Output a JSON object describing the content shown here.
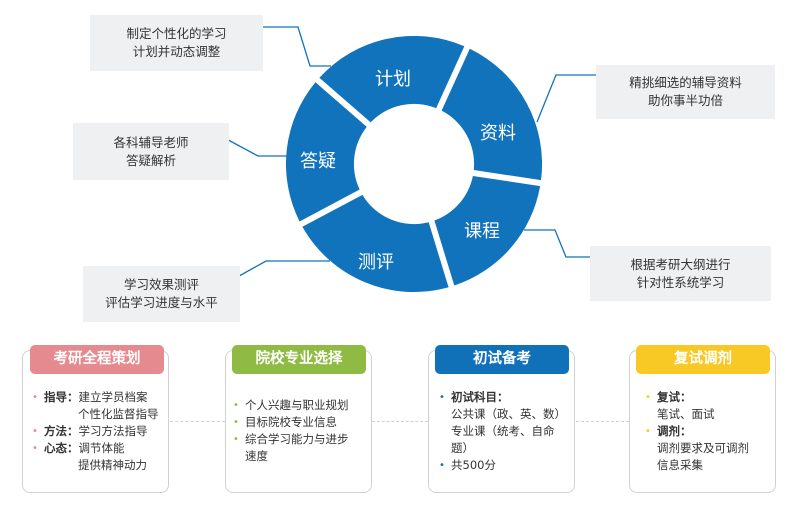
{
  "colors": {
    "ring": "#1173bb",
    "line": "#1173bb",
    "pink": "#e58a8e",
    "green": "#8fbb45",
    "blue": "#1070b8",
    "yellow": "#f8c925"
  },
  "ring": {
    "segments": [
      {
        "label": "计划"
      },
      {
        "label": "资料"
      },
      {
        "label": "课程"
      },
      {
        "label": "测评"
      },
      {
        "label": "答疑"
      }
    ]
  },
  "callouts": [
    {
      "lines": [
        "制定个性化的学习",
        "计划并动态调整"
      ]
    },
    {
      "lines": [
        "精挑细选的辅导资料",
        "助你事半功倍"
      ]
    },
    {
      "lines": [
        "各科辅导老师",
        "答疑解析"
      ]
    },
    {
      "lines": [
        "根据考研大纲进行",
        "针对性系统学习"
      ]
    },
    {
      "lines": [
        "学习效果测评",
        "评估学习进度与水平"
      ]
    }
  ],
  "cards": [
    {
      "title": "考研全程策划",
      "items": [
        {
          "key": "指导：",
          "lines": [
            "建立学员档案",
            "个性化监督指导"
          ]
        },
        {
          "key": "方法：",
          "lines": [
            "学习方法指导"
          ]
        },
        {
          "key": "心态：",
          "lines": [
            "调节体能",
            "提供精神动力"
          ]
        }
      ]
    },
    {
      "title": "院校专业选择",
      "items": [
        {
          "lines": [
            "个人兴趣与职业规划"
          ]
        },
        {
          "lines": [
            "目标院校专业信息"
          ]
        },
        {
          "lines": [
            "综合学习能力与进步",
            "速度"
          ]
        }
      ]
    },
    {
      "title": "初试备考",
      "items": [
        {
          "key": "初试科目：",
          "lines": [
            "公共课（政、英、数）",
            "专业课（统考、自命",
            "题）"
          ]
        },
        {
          "lines": [
            "共500分"
          ]
        }
      ]
    },
    {
      "title": "复试调剂",
      "items": [
        {
          "key": "复试：",
          "lines": [
            "笔试、面试"
          ]
        },
        {
          "key": "调剂：",
          "lines": [
            "调剂要求及可调剂",
            "信息采集"
          ]
        }
      ]
    }
  ]
}
